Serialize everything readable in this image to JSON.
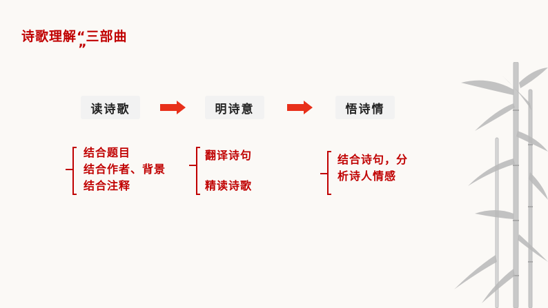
{
  "title": {
    "text": "诗歌理解“三部曲",
    "close_quote": "”"
  },
  "steps": [
    {
      "label": "读诗歌"
    },
    {
      "label": "明诗意"
    },
    {
      "label": "悟诗情"
    }
  ],
  "groups": [
    {
      "items": [
        "结合题目",
        "结合作者、背景",
        "结合注释"
      ]
    },
    {
      "items": [
        "翻译诗句",
        "精读诗歌"
      ]
    },
    {
      "items": [
        "结合诗句，分",
        "析诗人情感"
      ]
    }
  ],
  "colors": {
    "accent": "#c00000",
    "arrow": "#e8301a",
    "box": "#f2f2f2"
  },
  "decoration": {
    "icon": "bamboo-painting-icon"
  }
}
